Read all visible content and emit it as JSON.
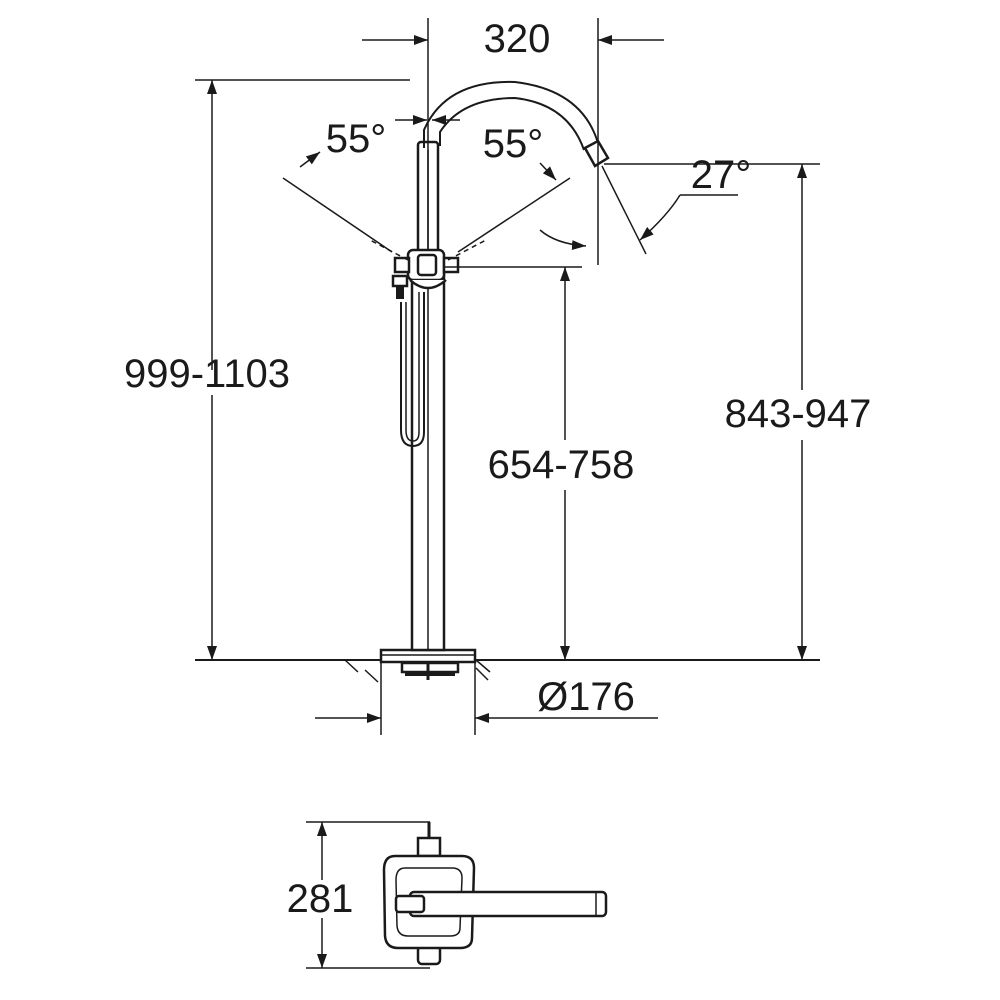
{
  "dimensions": {
    "spout_reach": "320",
    "total_height": "999-1103",
    "outlet_height": "843-947",
    "handle_height": "654-758",
    "base_diameter": "Ø176",
    "depth_top_view": "281",
    "angle_left": "55°",
    "angle_right": "55°",
    "angle_spout": "27°"
  },
  "colors": {
    "line": "#1a1a1a",
    "background": "#ffffff"
  }
}
